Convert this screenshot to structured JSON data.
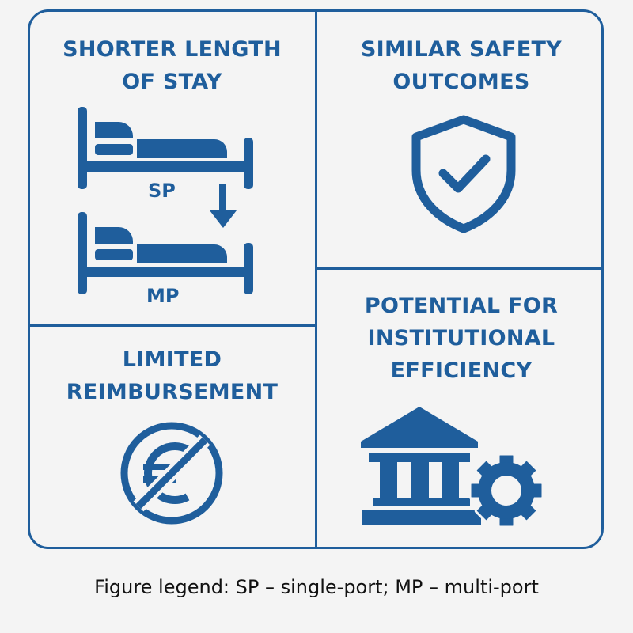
{
  "panels": {
    "length_of_stay": {
      "title_lines": [
        "SHORTER LENGTH",
        "OF STAY"
      ],
      "top_label": "SP",
      "bottom_label": "MP"
    },
    "safety": {
      "title_lines": [
        "SIMILAR SAFETY",
        "OUTCOMES"
      ]
    },
    "reimbursement": {
      "title_lines": [
        "LIMITED",
        "REIMBURSEMENT"
      ]
    },
    "efficiency": {
      "title_lines": [
        "POTENTIAL FOR",
        "INSTITUTIONAL",
        "EFFICIENCY"
      ]
    }
  },
  "legend": "Figure legend: SP – single-port; MP – multi-port",
  "colors": {
    "accent": "#1f5e9c",
    "background": "#f4f4f4"
  }
}
